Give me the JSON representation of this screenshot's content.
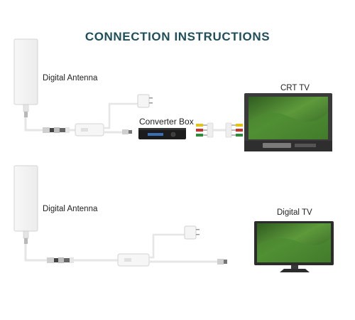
{
  "header": {
    "title": "CONNECTION INSTRUCTIONS"
  },
  "setup1": {
    "antenna_label": "Digital Antenna",
    "converter_label": "Converter Box",
    "tv_label": "CRT TV"
  },
  "setup2": {
    "antenna_label": "Digital Antenna",
    "tv_label": "Digital TV"
  },
  "colors": {
    "title": "#1f4f5b",
    "cable": "#e9e9e9",
    "device": "#f4f4f4",
    "screen": "#3e7a2c",
    "converter": "#1c1c1c",
    "rca_yellow": "#e3c21a",
    "rca_red": "#c8342b",
    "rca_green": "#2f8a3a"
  }
}
